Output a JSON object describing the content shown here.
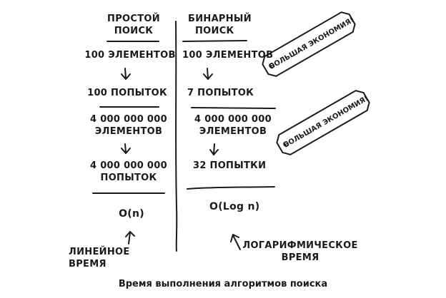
{
  "columns": {
    "simple": {
      "header_line1": "ПРОСТОЙ",
      "header_line2": "ПОИСК",
      "row1_items": "100 ЭЛЕМЕНТОВ",
      "row1_tries": "100 ПОПЫТОК",
      "row2_items_line1": "4 000 000 000",
      "row2_items_line2": "ЭЛЕМЕНТОВ",
      "row2_tries_line1": "4 000 000 000",
      "row2_tries_line2": "ПОПЫТОК",
      "complexity": "O(n)",
      "time_line1": "ЛИНЕЙНОЕ",
      "time_line2": "ВРЕМЯ"
    },
    "binary": {
      "header_line1": "БИНАРНЫЙ",
      "header_line2": "ПОИСК",
      "row1_items": "100 ЭЛЕМЕНТОВ",
      "row1_tries": "7 ПОПЫТОК",
      "row2_items_line1": "4 000 000 000",
      "row2_items_line2": "ЭЛЕМЕНТОВ",
      "row2_tries": "32 ПОПЫТКИ",
      "complexity": "O(Log n)",
      "time_line1": "ЛОГАРИФМИЧЕСКОЕ",
      "time_line2": "ВРЕМЯ"
    }
  },
  "tags": {
    "tag1": "БОЛЬШАЯ ЭКОНОМИЯ!",
    "tag2": "БОЛЬШАЯ ЭКОНОМИЯ!"
  },
  "caption": "Время выполнения алгоритмов поиска"
}
